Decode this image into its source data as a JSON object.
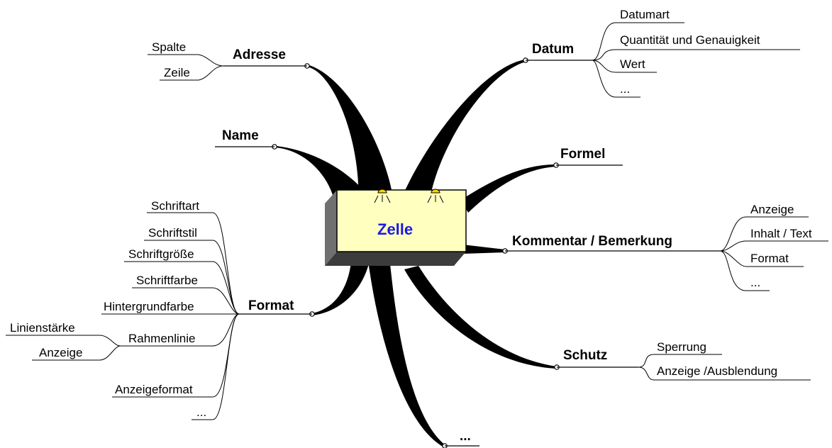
{
  "center": {
    "label": "Zelle"
  },
  "branches": {
    "adresse": {
      "label": "Adresse",
      "children": [
        "Spalte",
        "Zeile"
      ]
    },
    "name": {
      "label": "Name"
    },
    "format": {
      "label": "Format",
      "children": [
        "Schriftart",
        "Schriftstil",
        "Schriftgröße",
        "Schriftfarbe",
        "Hintergrundfarbe",
        "Rahmenlinie",
        "Anzeigeformat",
        "..."
      ],
      "rahmenlinie_children": [
        "Linienstärke",
        "Anzeige"
      ]
    },
    "datum": {
      "label": "Datum",
      "children": [
        "Datumart",
        "Quantität und Genauigkeit",
        "Wert",
        "..."
      ]
    },
    "formel": {
      "label": "Formel"
    },
    "kommentar": {
      "label": "Kommentar / Bemerkung",
      "children": [
        "Anzeige",
        "Inhalt / Text",
        "Format",
        "..."
      ]
    },
    "schutz": {
      "label": "Schutz",
      "children": [
        "Sperrung",
        "Anzeige /Ausblendung"
      ]
    },
    "more": {
      "label": "..."
    }
  },
  "colors": {
    "center_fill": "#ffffc0",
    "center_text": "#1a1ae6",
    "branch": "#000000",
    "shadow": "#7a7a7a",
    "lamp": "#ffd400"
  }
}
